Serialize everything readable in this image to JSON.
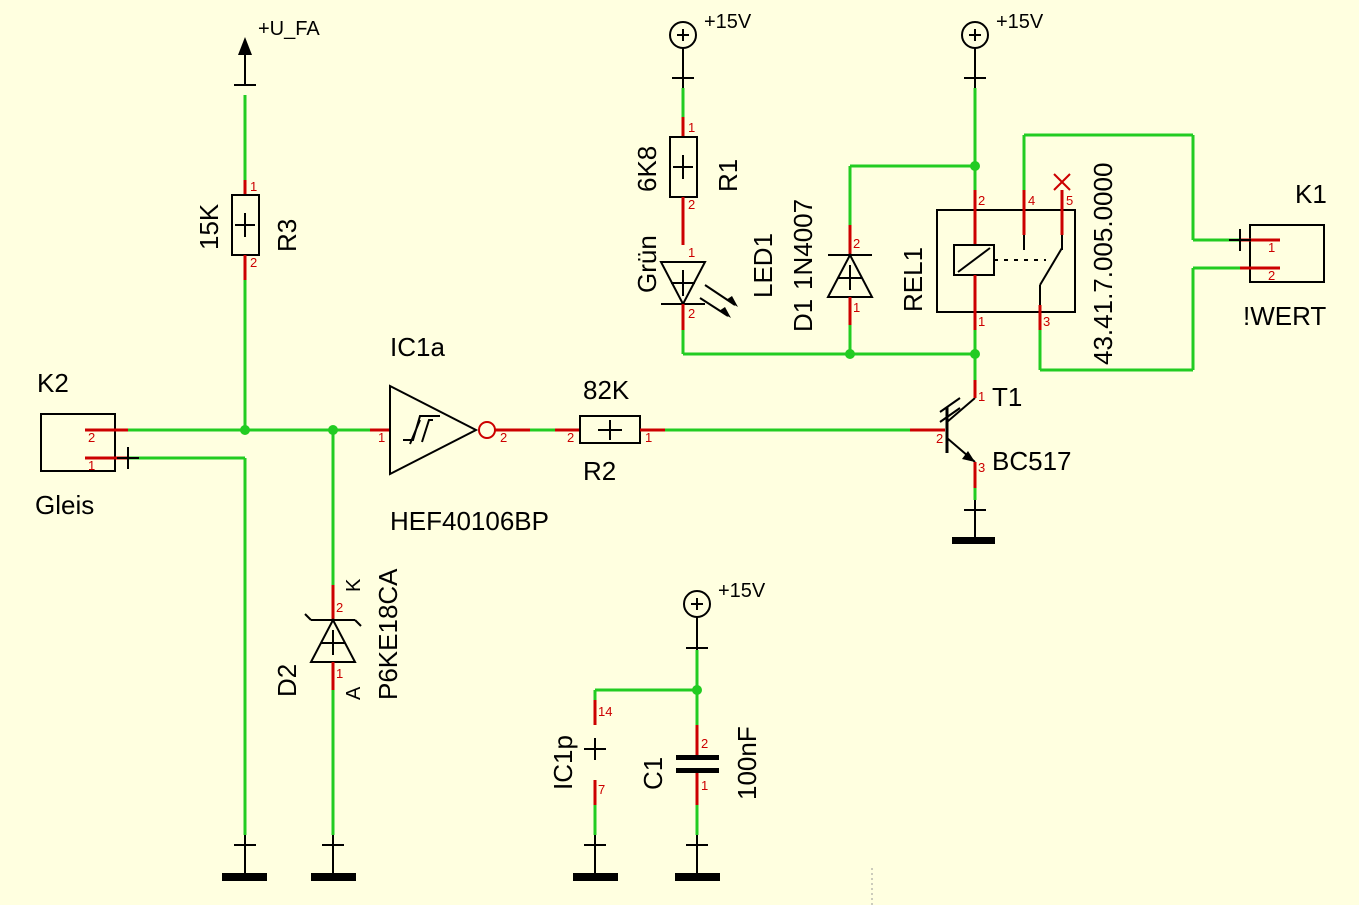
{
  "labels": {
    "u_fa": "+U_FA",
    "vcc_led": "+15V",
    "vcc_rel": "+15V",
    "vcc_cap": "+15V",
    "k2_ref": "K2",
    "k2_val": "Gleis",
    "r3_val": "15K",
    "r3_ref": "R3",
    "ic1a_ref": "IC1a",
    "ic1a_val": "HEF40106BP",
    "r2_val": "82K",
    "r2_ref": "R2",
    "r1_val": "6K8",
    "r1_ref": "R1",
    "led_val": "Grün",
    "led_ref": "LED1",
    "d1_val": "1N4007",
    "d1_ref": "D1",
    "rel_ref": "REL1",
    "rel_val": "43.41.7.005.0000",
    "k1_ref": "K1",
    "k1_val": "!WERT",
    "t1_ref": "T1",
    "t1_val": "BC517",
    "d2_ref": "D2",
    "d2_val": "P6KE18CA",
    "d2_k": "K",
    "d2_a": "A",
    "ic1p_ref": "IC1p",
    "c1_ref": "C1",
    "c1_val": "100nF"
  },
  "pins": {
    "one": "1",
    "two": "2",
    "three": "3",
    "four": "4",
    "five": "5",
    "seven": "7",
    "fourteen": "14"
  },
  "colors": {
    "background": "#FFFFE0",
    "wire": "#22CC22",
    "pin": "#CC0000",
    "symbol": "#000000"
  }
}
